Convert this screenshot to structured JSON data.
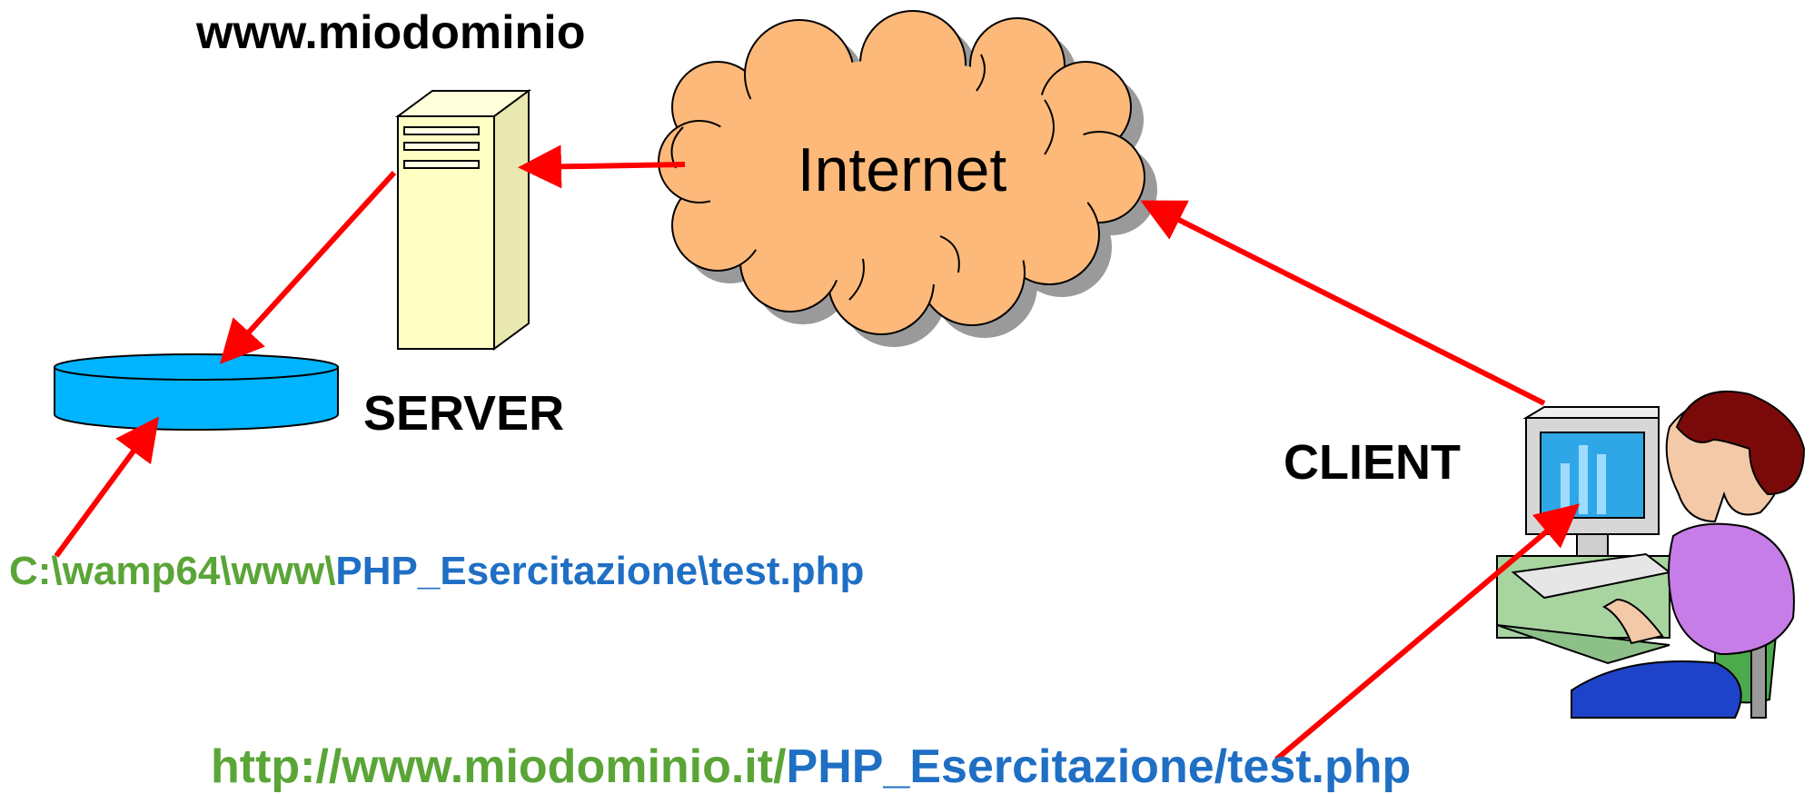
{
  "diagram": {
    "domain": "www.miodominio",
    "cloud_label": "Internet",
    "server_label": "SERVER",
    "client_label": "CLIENT",
    "local_path": {
      "prefix": "C:\\wamp64\\www\\",
      "suffix": "PHP_Esercitazione\\test.php"
    },
    "url": {
      "prefix": "http://www.miodominio.it/",
      "suffix": "PHP_Esercitazione/test.php"
    },
    "colors": {
      "arrow": "#ff0000",
      "cloud_fill": "#fdb97a",
      "disk_fill": "#00b4ff",
      "server_fill": "#ffffc4",
      "path_green": "#5aa537",
      "path_blue": "#1f6fc4"
    },
    "icons": [
      "server-tower-icon",
      "database-disk-icon",
      "internet-cloud-icon",
      "client-user-computer-icon"
    ]
  }
}
